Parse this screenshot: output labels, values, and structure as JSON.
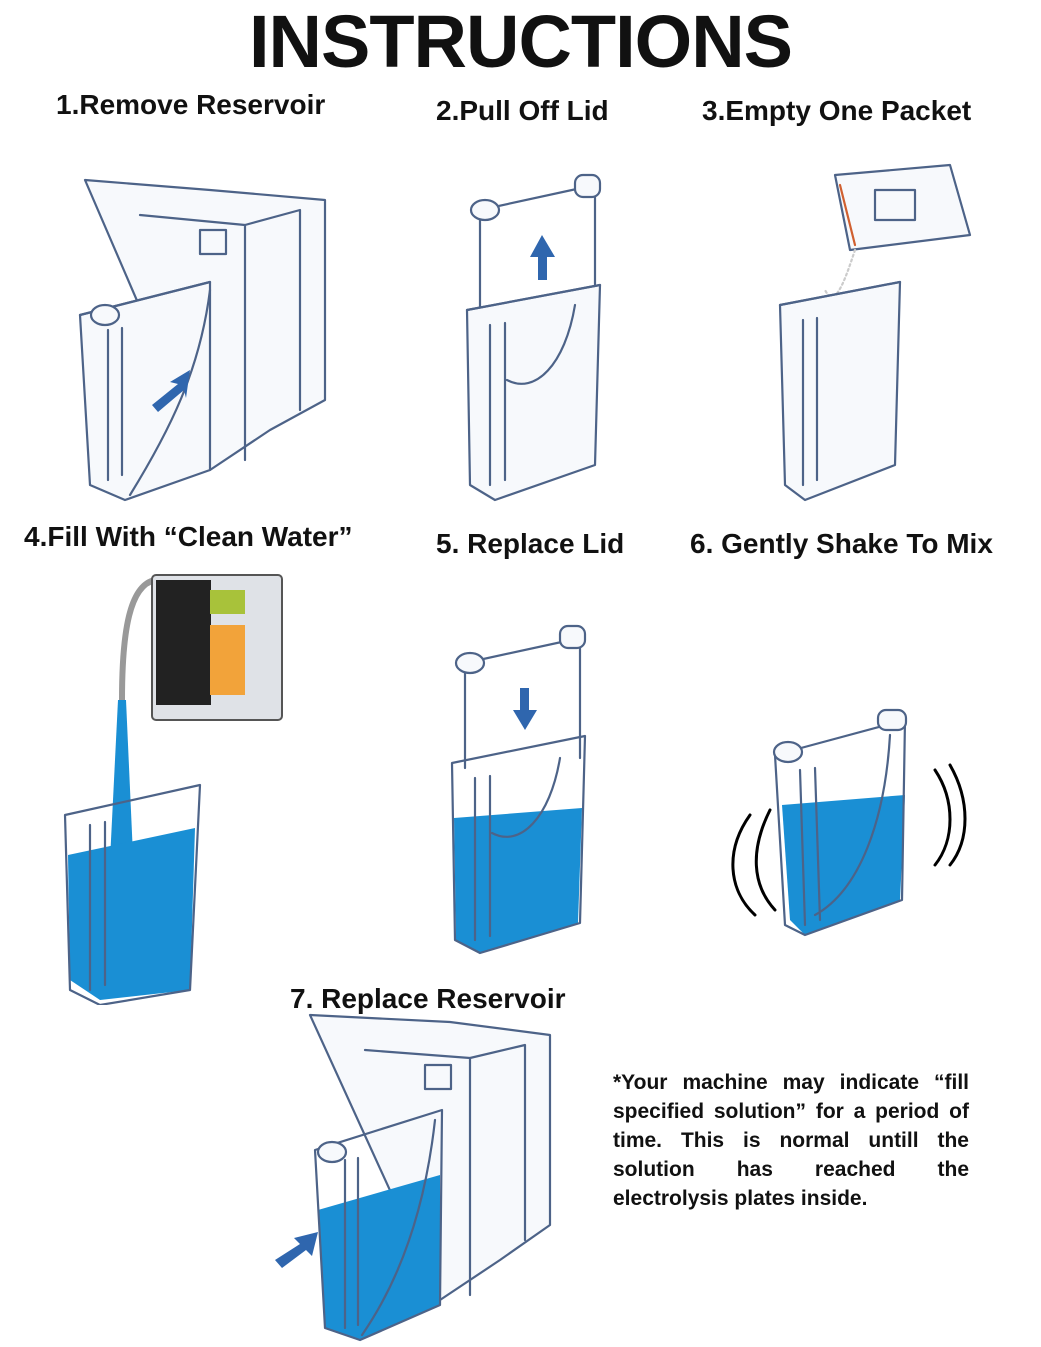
{
  "title": "INSTRUCTIONS",
  "steps": [
    {
      "label": "1.Remove Reservoir"
    },
    {
      "label": "2.Pull Off Lid"
    },
    {
      "label": "3.Empty One Packet"
    },
    {
      "label": "4.Fill With “Clean Water”"
    },
    {
      "label": "5. Replace Lid"
    },
    {
      "label": "6. Gently Shake To Mix"
    },
    {
      "label": "7. Replace Reservoir"
    }
  ],
  "note": "*Your machine may indicate “fill specified solution” for a period of time. This is normal untill the solution has reached the electrolysis plates inside.",
  "colors": {
    "water": "#1a8fd4",
    "arrow": "#2f66ae",
    "outline": "#4d6388",
    "text": "#111111"
  }
}
